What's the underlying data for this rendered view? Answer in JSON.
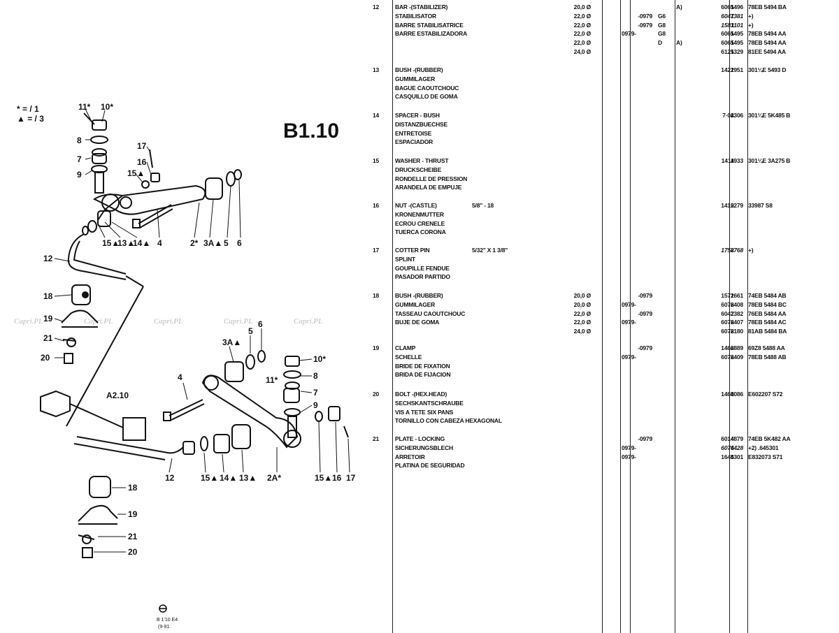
{
  "page": {
    "title": "B1.10",
    "legend": [
      "* = / 1",
      "▲ = / 3"
    ],
    "footer": [
      "B 1'10 E4",
      "(9-91"
    ],
    "watermark": "Capri.PL",
    "ref_label": "A2.10"
  },
  "callouts": {
    "top": [
      "11*",
      "10*",
      "8",
      "7",
      "9",
      "17",
      "16",
      "15▲",
      "15▲",
      "13▲",
      "14▲",
      "4",
      "2*",
      "3A▲",
      "5",
      "6",
      "12"
    ],
    "mid": [
      "18",
      "19",
      "21",
      "20"
    ],
    "bottom": [
      "3A▲",
      "5",
      "6",
      "10*",
      "11*",
      "8",
      "7",
      "9",
      "4",
      "12",
      "15▲",
      "14▲",
      "13▲",
      "2A*",
      "15▲",
      "16",
      "17",
      "18",
      "19",
      "21",
      "20"
    ]
  },
  "parts": [
    {
      "no": "12",
      "desc": [
        "BAR -(STABILIZER)",
        "STABILISATOR",
        "BARRE STABILISATRICE",
        "BARRE ESTABILIZADORA",
        "",
        ""
      ],
      "size": "",
      "dia": [
        "20,0 Ø",
        "22,0 Ø",
        "22,0 Ø",
        "22,0 Ø",
        "22,0 Ø",
        "24,0 Ø"
      ],
      "r1": [
        "",
        "-0979",
        "-0979",
        "",
        "",
        ""
      ],
      "r2": [
        "",
        "",
        "",
        "0979-",
        "",
        ""
      ],
      "code": [
        "",
        "G6",
        "G8",
        "G8",
        "D",
        ""
      ],
      "a": [
        "A)",
        "",
        "",
        "",
        "A)",
        ""
      ],
      "pn": [
        "6065496",
        "6047381",
        "1583101",
        "6065495",
        "6065495",
        "6125329"
      ],
      "q": [
        "1",
        "1",
        "1",
        "1",
        "1",
        "1"
      ],
      "ref": [
        "78EB 5494 BA",
        "+)",
        "+)",
        "78EB 5494 AA",
        "78EB 5494 AA",
        "81EE 5494 AA"
      ]
    },
    {
      "no": "13",
      "desc": [
        "BUSH -(RUBBER)",
        "GUMMILAGER",
        "BAGUE CAOUTCHOUC",
        "CASQUILLO DE GOMA"
      ],
      "size": "",
      "dia": [
        ""
      ],
      "r1": [
        ""
      ],
      "r2": [
        ""
      ],
      "code": [
        ""
      ],
      "a": [
        ""
      ],
      "pn": [
        "1421951"
      ],
      "q": [
        "2"
      ],
      "ref": [
        "301¼E 5493 D"
      ]
    },
    {
      "no": "14",
      "desc": [
        "SPACER - BUSH",
        "DISTANZBUECHSE",
        "ENTRETOISE",
        "ESPACIADOR"
      ],
      "size": "",
      "dia": [
        ""
      ],
      "r1": [
        ""
      ],
      "r2": [
        ""
      ],
      "code": [
        ""
      ],
      "a": [
        ""
      ],
      "pn": [
        "7·04306"
      ],
      "q": [
        "2"
      ],
      "ref": [
        "301¼E 5K485 B"
      ]
    },
    {
      "no": "15",
      "desc": [
        "WASHER - THRUST",
        "DRUCKSCHEIBE",
        "RONDELLE DE PRESSION",
        "ARANDELA DE EMPUJE"
      ],
      "size": "",
      "dia": [
        ""
      ],
      "r1": [
        ""
      ],
      "r2": [
        ""
      ],
      "code": [
        ""
      ],
      "a": [
        ""
      ],
      "pn": [
        "1411933"
      ],
      "q": [
        "4"
      ],
      "ref": [
        "301¼E 3A275 B"
      ]
    },
    {
      "no": "16",
      "desc": [
        "NUT -(CASTLE)",
        "KRONENMUTTER",
        "ECROU CRENELE",
        "TUERCA CORONA"
      ],
      "size": "5/8\" - 18",
      "dia": [
        ""
      ],
      "r1": [
        ""
      ],
      "r2": [
        ""
      ],
      "code": [
        ""
      ],
      "a": [
        ""
      ],
      "pn": [
        "1419279"
      ],
      "q": [
        "2"
      ],
      "ref": [
        "33987 S8"
      ]
    },
    {
      "no": "17",
      "desc": [
        "COTTER PIN",
        "SPLINT",
        "GOUPILLE FENDUE",
        "PASADOR PARTIDO"
      ],
      "size": "5/32\" X 1 3/8\"",
      "dia": [
        ""
      ],
      "r1": [
        ""
      ],
      "r2": [
        ""
      ],
      "code": [
        ""
      ],
      "a": [
        ""
      ],
      "pn": [
        "1758768"
      ],
      "q": [
        "2"
      ],
      "ref": [
        "+)"
      ]
    },
    {
      "no": "18",
      "desc": [
        "BUSH -(RUBBER)",
        "GUMMILAGER",
        "TASSEAU CAOUTCHOUC",
        "BUJE DE GOMA",
        ""
      ],
      "size": "",
      "dia": [
        "20,0 Ø",
        "20,0 Ø",
        "22,0 Ø",
        "22,0 Ø",
        "24,0 Ø"
      ],
      "r1": [
        "-0979",
        "",
        "-0979",
        "",
        ""
      ],
      "r2": [
        "",
        "0979-",
        "",
        "0979-",
        ""
      ],
      "code": [
        "",
        "",
        "",
        "",
        ""
      ],
      "a": [
        "",
        "",
        "",
        "",
        ""
      ],
      "pn": [
        "1571661",
        "6076408",
        "6047382",
        "6076407",
        "6078180"
      ],
      "q": [
        "2",
        "2",
        "2",
        "2",
        "2"
      ],
      "ref": [
        "74EB 5484 AB",
        "78EB 5484 BC",
        "76EB 5484 AA",
        "78EB 5484 AC",
        "81AB 5484 BA"
      ]
    },
    {
      "no": "19",
      "desc": [
        "CLAMP",
        "SCHELLE",
        "BRIDE DE FIXATION",
        "BRIDA DE FIJACION"
      ],
      "size": "",
      "dia": [
        "",
        ""
      ],
      "r1": [
        "-0979",
        ""
      ],
      "r2": [
        "",
        "0979-"
      ],
      "code": [
        "",
        ""
      ],
      "a": [
        "",
        ""
      ],
      "pn": [
        "1466889",
        "6076409"
      ],
      "q": [
        "2",
        "2"
      ],
      "ref": [
        "69Z8 5488 AA",
        "78EB 5488 AB"
      ]
    },
    {
      "no": "20",
      "desc": [
        "BOLT -(HEX.HEAD)",
        "SECHSKANTSCHRAUBE",
        "VIS A TETE SIX PANS",
        "TORNILLO CON CABEZA HEXAGONAL"
      ],
      "size": "",
      "dia": [
        ""
      ],
      "r1": [
        ""
      ],
      "r2": [
        ""
      ],
      "code": [
        ""
      ],
      "a": [
        ""
      ],
      "pn": [
        "1468086"
      ],
      "q": [
        "4"
      ],
      "ref": [
        "E602207 S72"
      ]
    },
    {
      "no": "21",
      "desc": [
        "PLATE - LOCKING",
        "SICHERUNGSBLECH",
        "ARRETOIR",
        "PLATINA DE SEGURIDAD"
      ],
      "size": "",
      "dia": [
        "",
        "",
        ""
      ],
      "r1": [
        "-0979",
        "",
        ""
      ],
      "r2": [
        "",
        "0979-",
        "0979-"
      ],
      "code": [
        "",
        "",
        ""
      ],
      "a": [
        "",
        "",
        ""
      ],
      "pn": [
        "6014879",
        "6076428",
        "1645301"
      ],
      "q": [
        "4",
        "4",
        "4"
      ],
      "ref": [
        "74EB 5K482 AA",
        "+2) .645301",
        "E832073 S71"
      ]
    }
  ]
}
